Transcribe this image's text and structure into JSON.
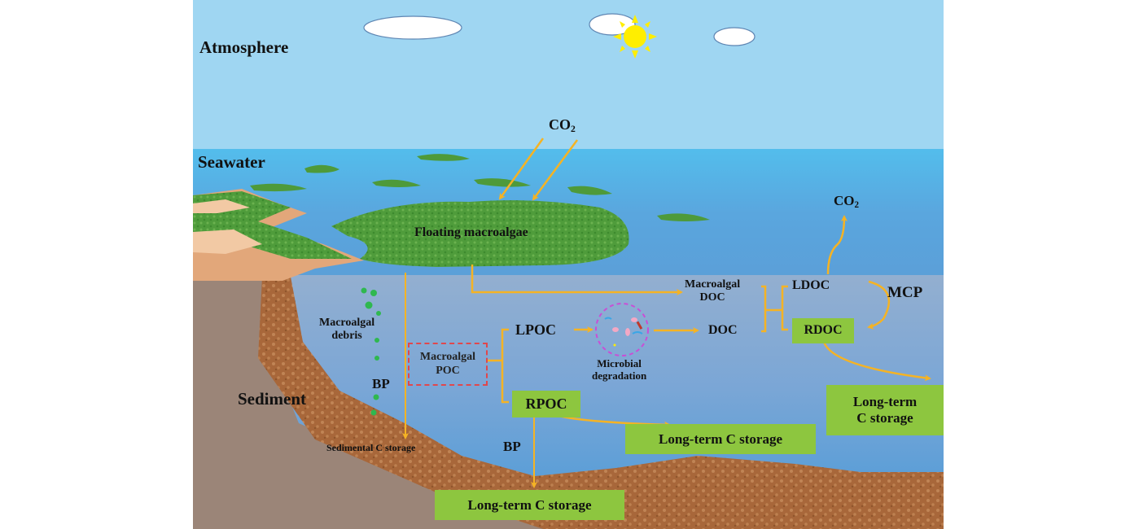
{
  "zones": {
    "atmosphere": "Atmosphere",
    "seawater": "Seawater",
    "sediment": "Sediment"
  },
  "co2_top": {
    "main": "CO",
    "sub": "2"
  },
  "co2_right": {
    "main": "CO",
    "sub": "2"
  },
  "floating_macroalgae": "Floating macroalgae",
  "macroalgal_debris": [
    "Macroalgal",
    "debris"
  ],
  "bp_left": "BP",
  "sedimental_storage": "Sedimental C storage",
  "macroalgal_poc": [
    "Macroalgal",
    "POC"
  ],
  "lpoc": "LPOC",
  "rpoc": "RPOC",
  "microbial_degradation": [
    "Microbial",
    "degradation"
  ],
  "doc": "DOC",
  "macroalgal_doc": [
    "Macroalgal",
    "DOC"
  ],
  "ldoc": "LDOC",
  "rdoc": "RDOC",
  "mcp": "MCP",
  "bp_bottom": "BP",
  "long_term_storage": {
    "rpoc_right": "Long-term C storage",
    "rpoc_down": "Long-term C storage",
    "rdoc": [
      "Long-term",
      "C storage"
    ]
  },
  "colors": {
    "sky": "#9fd6f2",
    "sea_surface": "#4fb9ea",
    "deep_water": "#8fb0d2",
    "sediment": "#a9683a",
    "rock": "#9b8578",
    "algae": "#4e9a3a",
    "arrow": "#f5b324",
    "green_box": "#8dc63f",
    "poc_dash": "#e0474c",
    "microbe_ring": "#c94fd6",
    "sun": "#ffee00"
  }
}
